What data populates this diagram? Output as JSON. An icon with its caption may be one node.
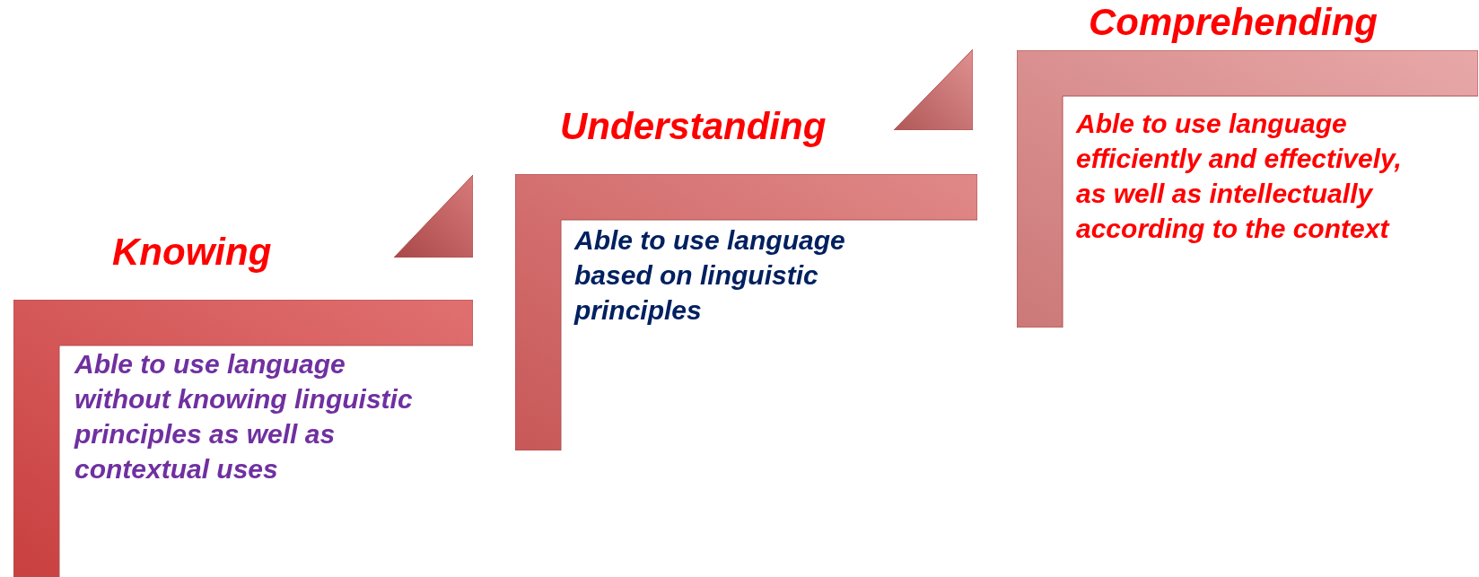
{
  "diagram": {
    "nodes": [
      {
        "text": [
          "Knowing",
          "Able to use language without knowing linguistic principles as well as contextual uses"
        ]
      },
      {
        "text": [],
        "shape": "triangle"
      },
      {
        "text": [
          "Understanding",
          "Able to use language based on linguistic principles"
        ]
      },
      {
        "text": [],
        "shape": "triangle"
      },
      {
        "text": [
          "Comprehending",
          "Able to use language efficiently and effectively, as well as intellectually according to the context"
        ]
      }
    ]
  }
}
